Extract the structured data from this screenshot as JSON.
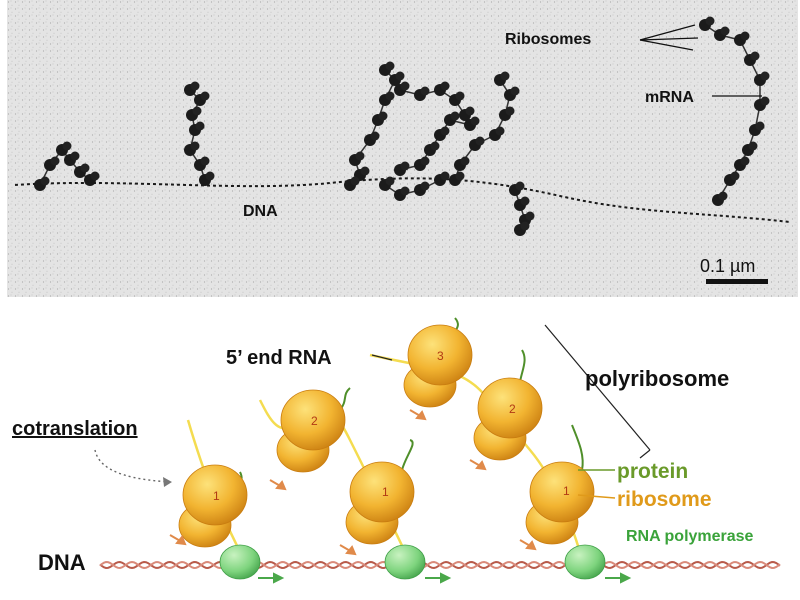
{
  "micrograph": {
    "labels": {
      "ribosomes": "Ribosomes",
      "mrna": "mRNA",
      "dna": "DNA",
      "scale": "0.1 µm"
    }
  },
  "schematic": {
    "labels": {
      "five_prime": "5’ end RNA",
      "polyribosome": "polyribosome",
      "cotranslation": "cotranslation",
      "protein": "protein",
      "ribosome": "ribosome",
      "rna_polymerase": "RNA polymerase",
      "dna": "DNA"
    },
    "ribosome_numbers": [
      "1",
      "2",
      "1",
      "3",
      "2",
      "1"
    ]
  },
  "colors": {
    "protein_label": "#6a9a2a",
    "ribosome_label": "#e09a1a",
    "polymerase_label": "#3aa33a",
    "dna_strand": "#b85a4a",
    "ribosome_fill": "#f2b431",
    "mrna": "#f4dc50",
    "polymerase_fill": "#7ed47e"
  }
}
